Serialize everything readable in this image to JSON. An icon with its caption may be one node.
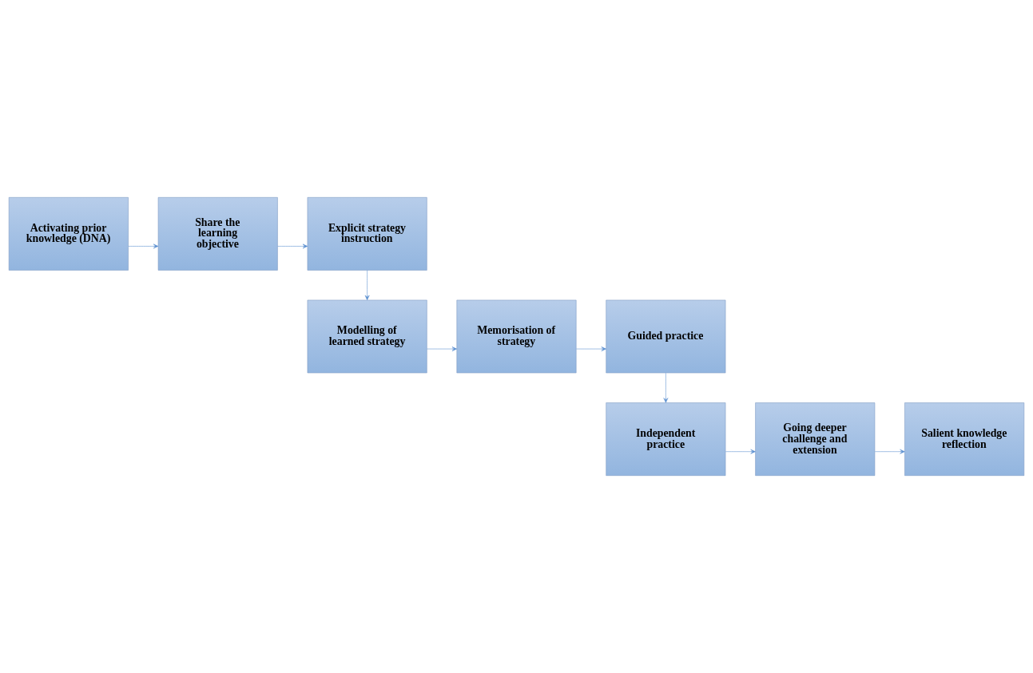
{
  "diagram": {
    "nodes": [
      {
        "text": [
          "Activating prior knowledge (DNA)"
        ]
      },
      {
        "text": [
          "Share the learning objective"
        ]
      },
      {
        "text": [
          "Explicit strategy instruction"
        ]
      },
      {
        "text": [
          "Modelling of learned strategy"
        ]
      },
      {
        "text": [
          "Memorisation of strategy"
        ]
      },
      {
        "text": [
          "Guided practice"
        ]
      },
      {
        "text": [
          "Independent practice"
        ]
      },
      {
        "text": [
          "Going deeper challenge and extension"
        ]
      },
      {
        "text": [
          "Salient knowledge reflection"
        ]
      }
    ],
    "edges": [
      {
        "from": 0,
        "to": 1,
        "arrow": "to"
      },
      {
        "from": 1,
        "to": 2,
        "arrow": "to"
      },
      {
        "from": 2,
        "to": 3,
        "arrow": "to"
      },
      {
        "from": 3,
        "to": 4,
        "arrow": "to"
      },
      {
        "from": 4,
        "to": 5,
        "arrow": "to"
      },
      {
        "from": 5,
        "to": 6,
        "arrow": "to"
      },
      {
        "from": 6,
        "to": 7,
        "arrow": "to"
      },
      {
        "from": 7,
        "to": 8,
        "arrow": "to"
      }
    ]
  }
}
